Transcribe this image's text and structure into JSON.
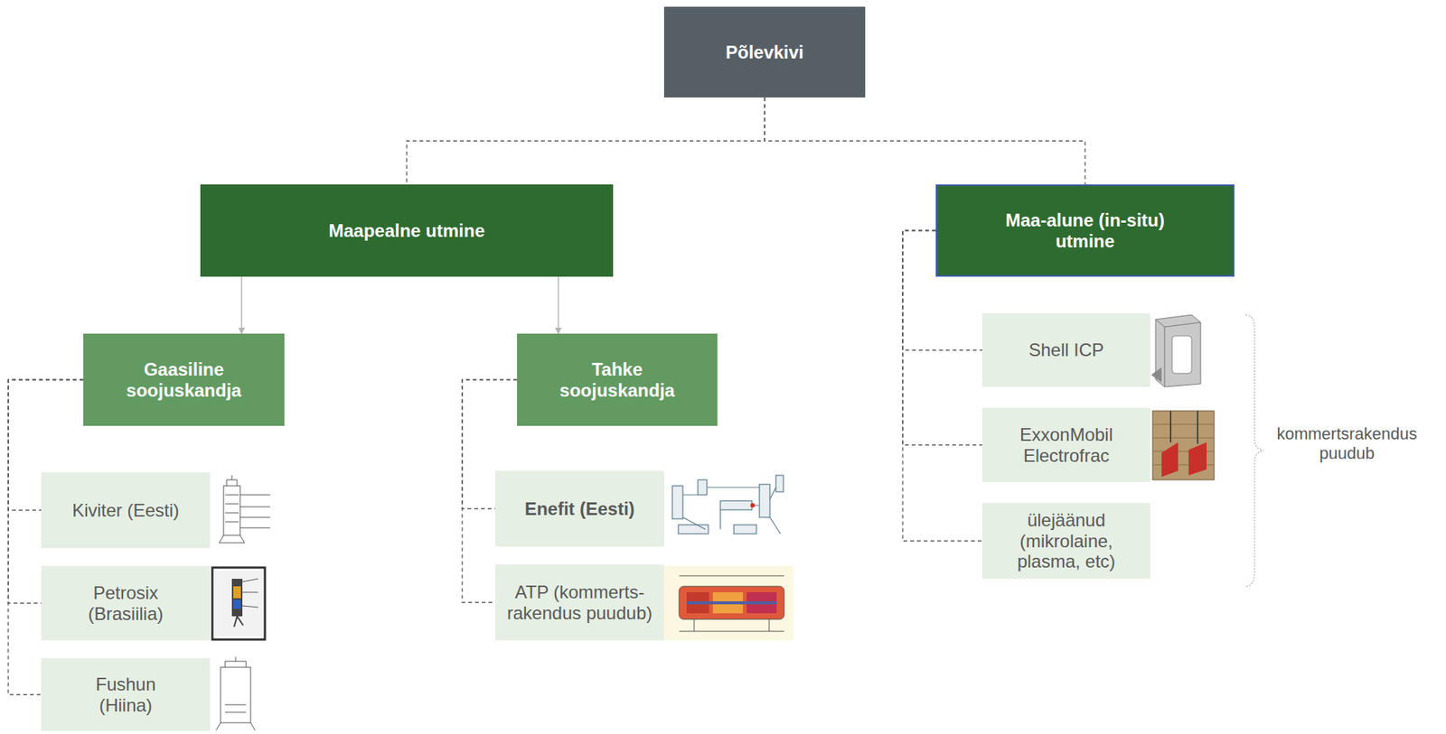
{
  "diagram": {
    "nodes": [
      {
        "text": [
          "Põlevkivi"
        ]
      },
      {
        "text": [
          "Maapealne utmine"
        ]
      },
      {
        "text": [
          "Maa-alune (in-situ) utmine"
        ]
      },
      {
        "text": [
          "Gaasiline soojuskandja"
        ]
      },
      {
        "text": [
          "Tahke soojuskandja"
        ]
      },
      {
        "text": [
          "Kiviter (Eesti)"
        ]
      },
      {
        "text": [
          "Petrosix (Brasiilia)"
        ]
      },
      {
        "text": [
          "Fushun (Hiina)"
        ]
      },
      {
        "text": [
          "Enefit (Eesti)"
        ]
      },
      {
        "text": [
          "ATP (kommerts- rakendus puudub)"
        ]
      },
      {
        "text": [
          "Shell ICP"
        ]
      },
      {
        "text": [
          "ExxonMobil Electrofrac"
        ]
      },
      {
        "text": [
          "ülejäänud (mikrolaine, plasma, etc)"
        ]
      }
    ],
    "edges": [
      {
        "from": 0,
        "to": 1,
        "arrow": "none"
      },
      {
        "from": 0,
        "to": 2,
        "arrow": "none"
      },
      {
        "from": 1,
        "to": 3,
        "arrow": "to"
      },
      {
        "from": 1,
        "to": 4,
        "arrow": "to"
      },
      {
        "from": 3,
        "to": 5,
        "arrow": "none"
      },
      {
        "from": 3,
        "to": 6,
        "arrow": "none"
      },
      {
        "from": 3,
        "to": 7,
        "arrow": "none"
      },
      {
        "from": 4,
        "to": 8,
        "arrow": "none"
      },
      {
        "from": 4,
        "to": 9,
        "arrow": "none"
      },
      {
        "from": 2,
        "to": 10,
        "arrow": "none"
      },
      {
        "from": 2,
        "to": 11,
        "arrow": "none"
      },
      {
        "from": 2,
        "to": 12,
        "arrow": "none"
      }
    ],
    "labels": [
      "kommertsrakendus puudub"
    ]
  }
}
